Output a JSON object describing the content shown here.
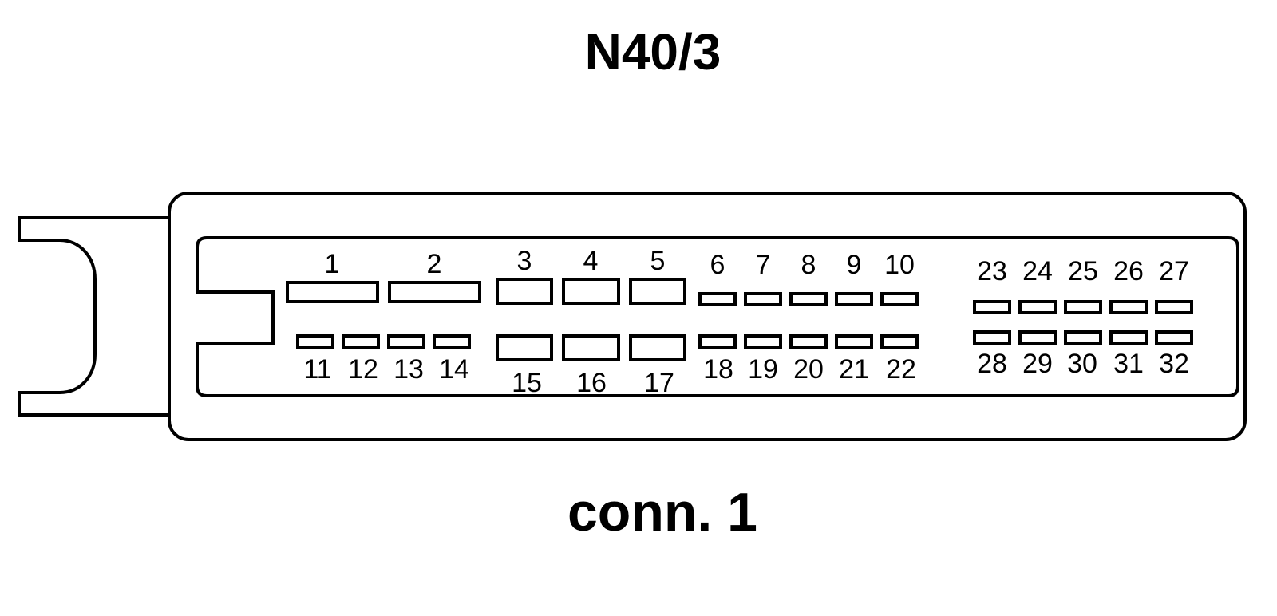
{
  "title": "N40/3",
  "caption": "conn. 1",
  "pins": [
    {
      "id": "pin-1",
      "label": "1"
    },
    {
      "id": "pin-2",
      "label": "2"
    },
    {
      "id": "pin-3",
      "label": "3"
    },
    {
      "id": "pin-4",
      "label": "4"
    },
    {
      "id": "pin-5",
      "label": "5"
    },
    {
      "id": "pin-6",
      "label": "6"
    },
    {
      "id": "pin-7",
      "label": "7"
    },
    {
      "id": "pin-8",
      "label": "8"
    },
    {
      "id": "pin-9",
      "label": "9"
    },
    {
      "id": "pin-10",
      "label": "10"
    },
    {
      "id": "pin-11",
      "label": "11"
    },
    {
      "id": "pin-12",
      "label": "12"
    },
    {
      "id": "pin-13",
      "label": "13"
    },
    {
      "id": "pin-14",
      "label": "14"
    },
    {
      "id": "pin-15",
      "label": "15"
    },
    {
      "id": "pin-16",
      "label": "16"
    },
    {
      "id": "pin-17",
      "label": "17"
    },
    {
      "id": "pin-18",
      "label": "18"
    },
    {
      "id": "pin-19",
      "label": "19"
    },
    {
      "id": "pin-20",
      "label": "20"
    },
    {
      "id": "pin-21",
      "label": "21"
    },
    {
      "id": "pin-22",
      "label": "22"
    },
    {
      "id": "pin-23",
      "label": "23"
    },
    {
      "id": "pin-24",
      "label": "24"
    },
    {
      "id": "pin-25",
      "label": "25"
    },
    {
      "id": "pin-26",
      "label": "26"
    },
    {
      "id": "pin-27",
      "label": "27"
    },
    {
      "id": "pin-28",
      "label": "28"
    },
    {
      "id": "pin-29",
      "label": "29"
    },
    {
      "id": "pin-30",
      "label": "30"
    },
    {
      "id": "pin-31",
      "label": "31"
    },
    {
      "id": "pin-32",
      "label": "32"
    }
  ]
}
